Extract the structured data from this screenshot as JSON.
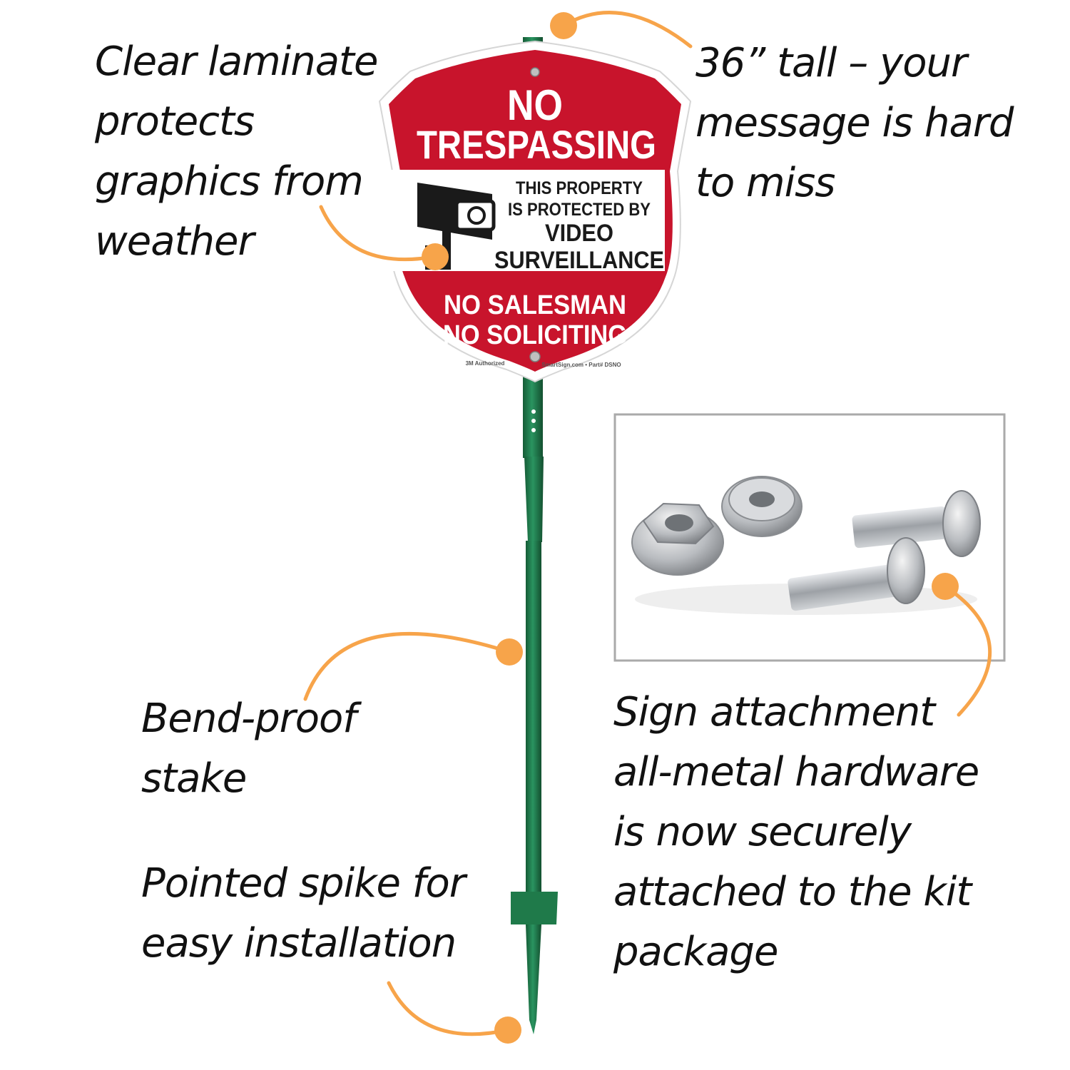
{
  "callouts": {
    "laminate": [
      "Clear laminate",
      "protects",
      "graphics from",
      "weather"
    ],
    "tall": [
      "36” tall – your",
      "message is hard",
      "to miss"
    ],
    "stake": [
      "Bend-proof",
      "stake"
    ],
    "spike": [
      "Pointed spike for",
      "easy installation"
    ],
    "hardware": [
      "Sign attachment",
      "all-metal hardware",
      "is now securely",
      "attached to the kit",
      "package"
    ]
  },
  "sign": {
    "line1": "NO",
    "line2": "TRESPASSING",
    "panel1": "THIS PROPERTY",
    "panel2": "IS PROTECTED BY",
    "panel3": "VIDEO",
    "panel4": "SURVEILLANCE",
    "bottom1": "NO SALESMAN",
    "bottom2": "NO SOLICITING",
    "fine_left": "3M Authorized",
    "fine_right": "SmartSign.com • Part# DSNO"
  },
  "colors": {
    "accent": "#f7a44a",
    "sign_red": "#c8142c",
    "stake_green": "#1f7a4a",
    "frame_gray": "#aaaaaa"
  }
}
